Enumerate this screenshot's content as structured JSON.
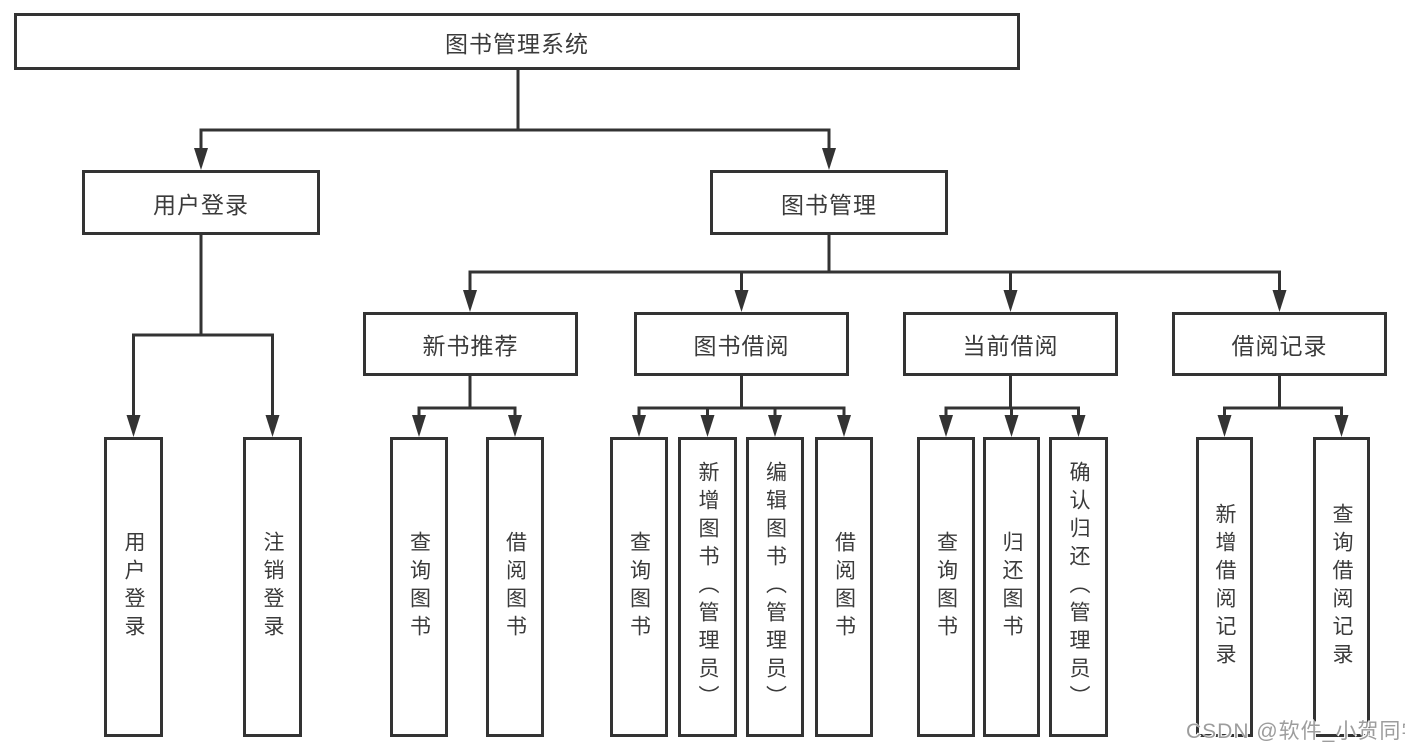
{
  "diagram": {
    "title": "图书管理系统",
    "branches": [
      {
        "label": "用户登录",
        "children": [
          {
            "label": "用户登录"
          },
          {
            "label": "注销登录"
          }
        ]
      },
      {
        "label": "图书管理",
        "children": [
          {
            "label": "新书推荐",
            "children": [
              {
                "label": "查询图书"
              },
              {
                "label": "借阅图书"
              }
            ]
          },
          {
            "label": "图书借阅",
            "children": [
              {
                "label": "查询图书"
              },
              {
                "label": "新增图书（管理员）"
              },
              {
                "label": "编辑图书（管理员）"
              },
              {
                "label": "借阅图书"
              }
            ]
          },
          {
            "label": "当前借阅",
            "children": [
              {
                "label": "查询图书"
              },
              {
                "label": "归还图书"
              },
              {
                "label": "确认归还（管理员）"
              }
            ]
          },
          {
            "label": "借阅记录",
            "children": [
              {
                "label": "新增借阅记录"
              },
              {
                "label": "查询借阅记录"
              }
            ]
          }
        ]
      }
    ]
  },
  "watermark": {
    "text": "CSDN @软件_小贺同学"
  },
  "colors": {
    "line": "#333333",
    "box_background": "#ffffff",
    "text": "#3b3b3b",
    "watermark": "#9d9d9d"
  }
}
